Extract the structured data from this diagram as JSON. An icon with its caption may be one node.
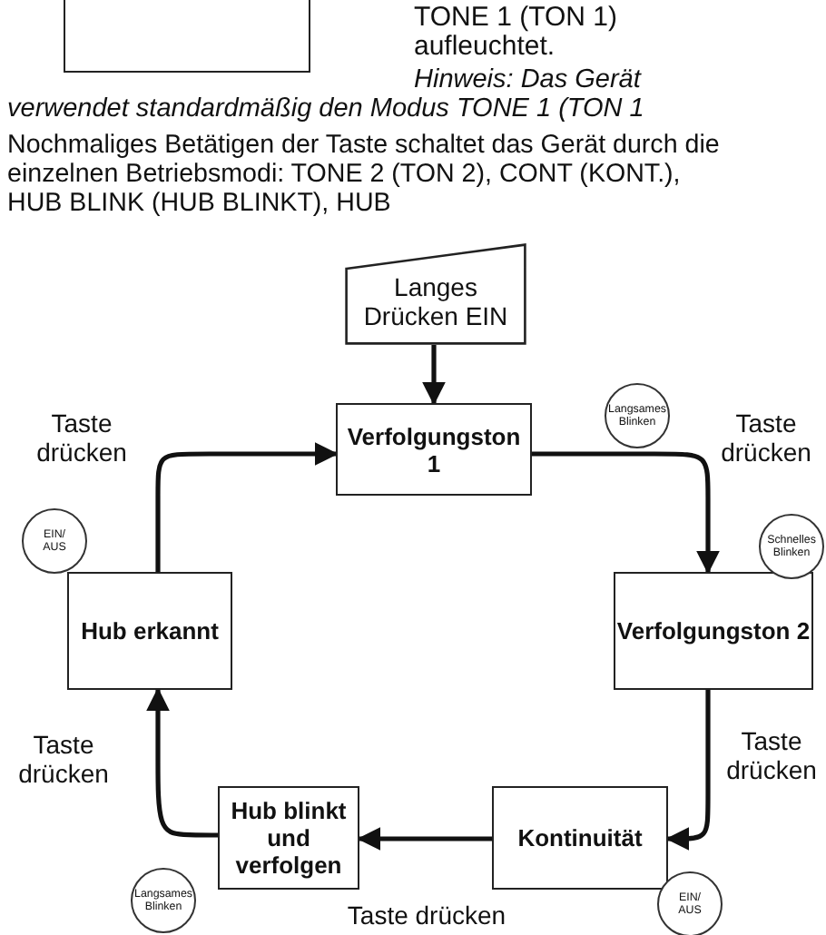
{
  "diagram": {
    "nodes": [
      {
        "text": [],
        "shape": "box"
      },
      {
        "text": [
          "Langes Drücken EIN"
        ]
      },
      {
        "text": [
          "Verfolgungston 1"
        ]
      },
      {
        "text": [
          "Verfolgungston 2"
        ]
      },
      {
        "text": [
          "Kontinuität"
        ]
      },
      {
        "text": [
          "Hub blinkt und verfolgen"
        ]
      },
      {
        "text": [
          "Hub erkannt"
        ]
      },
      {
        "text": [
          "Langsames Blinken"
        ]
      },
      {
        "text": [
          "Schnelles Blinken"
        ]
      },
      {
        "text": [
          "EIN/ AUS"
        ]
      },
      {
        "text": [
          "EIN/ AUS"
        ]
      },
      {
        "text": [
          "Langsames Blinken"
        ]
      }
    ],
    "edges": [
      {
        "from": 1,
        "to": 2,
        "arrow": "to"
      },
      {
        "from": 2,
        "to": 3,
        "arrow": "to",
        "label": "Taste drücken"
      },
      {
        "from": 3,
        "to": 4,
        "arrow": "to",
        "label": "Taste drücken"
      },
      {
        "from": 4,
        "to": 5,
        "arrow": "to",
        "label": "Taste drücken"
      },
      {
        "from": 5,
        "to": 6,
        "arrow": "to",
        "label": "Taste drücken"
      },
      {
        "from": 6,
        "to": 2,
        "arrow": "to",
        "label": "Taste drücken"
      }
    ],
    "labels": [
      "TONE 1 (TON 1) aufleuchtet.",
      "Hinweis: Das Gerät verwendet standardmäßig den Modus TONE 1 (TON 1",
      "Nochmaliges Betätigen der Taste schaltet das Gerät durch die einzelnen Betriebsmodi: TONE 2 (TON 2), CONT (KONT.), HUB BLINK (HUB BLINKT), HUB"
    ]
  }
}
